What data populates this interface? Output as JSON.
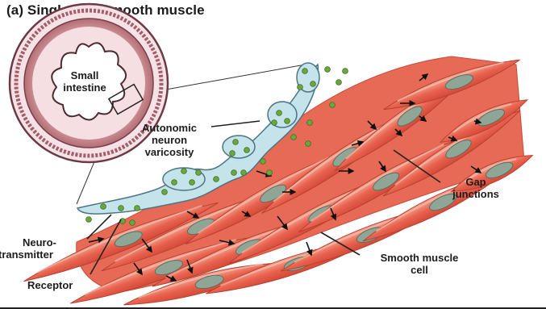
{
  "title": "(a) Single-unit smooth muscle",
  "labels": {
    "small_intestine": [
      "Small",
      "intestine"
    ],
    "varicosity": [
      "Autonomic",
      "neuron",
      "varicosity"
    ],
    "gap_junctions": [
      "Gap",
      "junctions"
    ],
    "neurotransmitter": [
      "Neuro-",
      "transmitter"
    ],
    "receptor": "Receptor",
    "smooth_muscle_cell": [
      "Smooth muscle",
      "cell"
    ]
  },
  "colors": {
    "muscle": "#e8624e",
    "muscle_light": "#f3a08c",
    "nucleus": "#8ea392",
    "neuron": "#bfdde6",
    "vesicle": "#6aa83f",
    "outline": "#333333"
  }
}
